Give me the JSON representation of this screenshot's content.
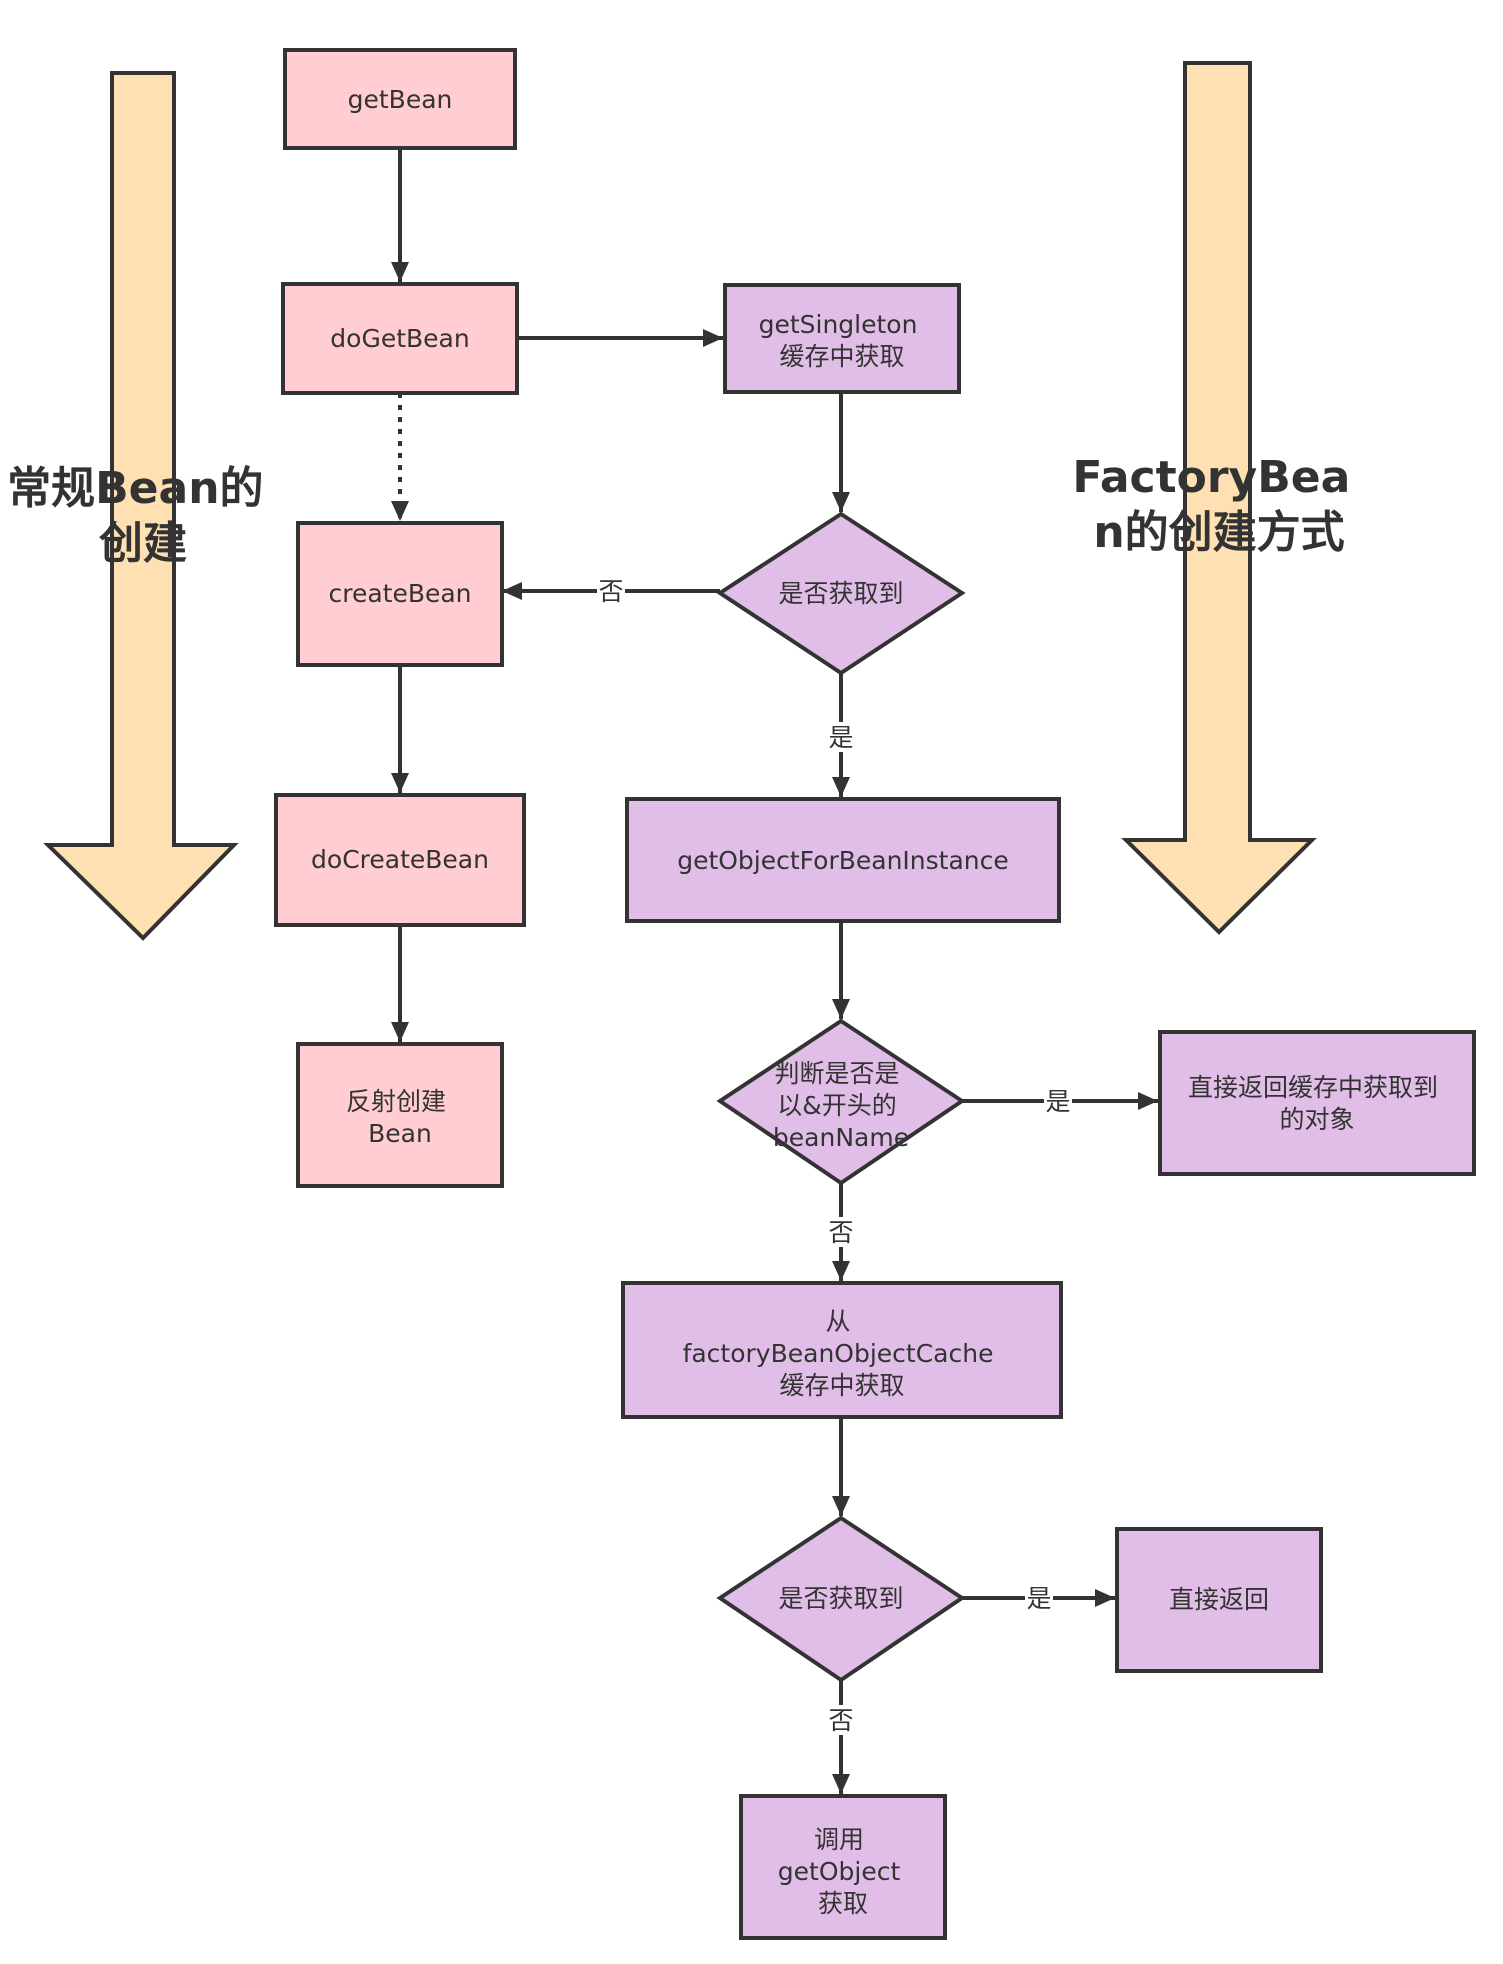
{
  "colors": {
    "pink_fill": "#ffcdd2",
    "purple_fill": "#e1bee7",
    "arrow_fill": "#ffe0b2",
    "stroke": "#333333",
    "text": "#333333"
  },
  "side_labels": {
    "regular": [
      "常规Bean的",
      "创建"
    ],
    "factory": [
      "FactoryBea",
      "n的创建方式"
    ]
  },
  "nodes": {
    "getbean": [
      "getBean"
    ],
    "dogetbean": [
      "doGetBean"
    ],
    "createbean": [
      "createBean"
    ],
    "docreatebean": [
      "doCreateBean"
    ],
    "reflect": [
      "反射创建",
      "Bean"
    ],
    "getsingleton": [
      "getSingleton",
      "缓存中获取"
    ],
    "decision1": [
      "是否获取到"
    ],
    "getobjectfor": [
      "getObjectForBeanInstance"
    ],
    "decision2": [
      "判断是否是",
      "以&开头的",
      "beanName"
    ],
    "return_cached": [
      "直接返回缓存中获取到",
      "的对象"
    ],
    "from_cache": [
      "从",
      "factoryBeanObjectCache",
      "缓存中获取"
    ],
    "decision3": [
      "是否获取到"
    ],
    "return_direct": [
      "直接返回"
    ],
    "call_getobject": [
      "调用",
      "getObject",
      "获取"
    ]
  },
  "edge_labels": {
    "d1_no": "否",
    "d1_yes": "是",
    "d2_yes": "是",
    "d2_no": "否",
    "d3_yes": "是",
    "d3_no": "否"
  }
}
